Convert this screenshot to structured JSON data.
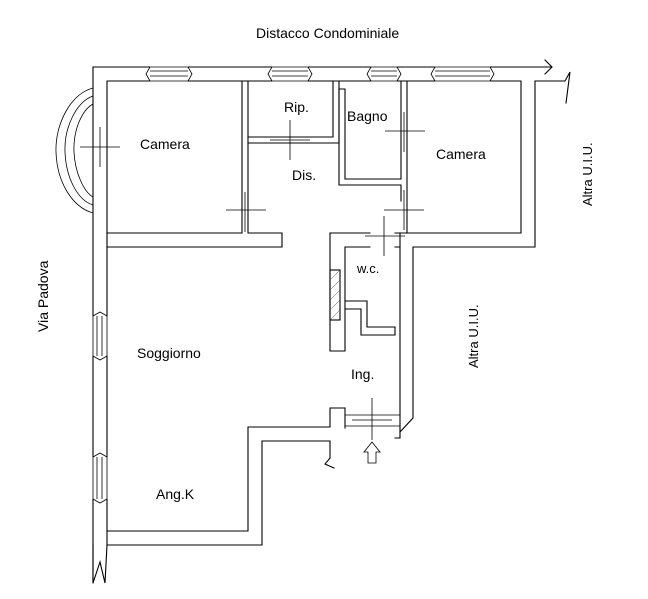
{
  "plan": {
    "labels": {
      "top_boundary": "Distacco Condominiale",
      "left_street": "Via Padova",
      "right_neighbor_top": "Altra U.I.U.",
      "right_neighbor_mid": "Altra U.I.U."
    },
    "rooms": {
      "camera_left": "Camera",
      "ripostiglio": "Rip.",
      "bagno": "Bagno",
      "camera_right": "Camera",
      "disimpegno": "Dis.",
      "wc": "w.c.",
      "soggiorno": "Soggiorno",
      "ingresso": "Ing.",
      "angolo_cottura": "Ang.K"
    }
  }
}
